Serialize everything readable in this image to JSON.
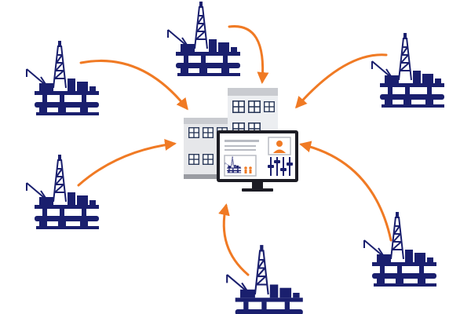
{
  "colors": {
    "rig": "#1a1f6e",
    "arrow": "#f07a24",
    "building_light": "#e6e7ea",
    "building_mid": "#c9cbd0",
    "building_dark": "#9a9ca2",
    "window_frame": "#2c3a5a",
    "window_glass": "#ffffff",
    "monitor_bezel": "#1c1c24",
    "monitor_screen": "#ffffff",
    "screen_text_lines": "#b9bcc3",
    "avatar": "#f07a24",
    "slider": "#1a1f6e"
  },
  "icons": {
    "rig": "offshore-oil-rig-icon",
    "control_center": "control-center-building-icon",
    "monitor": "monitoring-screen-icon",
    "user": "operator-avatar-icon"
  },
  "diagram": {
    "hub": "control-center",
    "spokes": [
      "rig-top-left",
      "rig-top-center",
      "rig-top-right",
      "rig-mid-left",
      "rig-bottom-center",
      "rig-bottom-right"
    ],
    "edges": [
      {
        "from": "rig-top-left",
        "to": "control-center"
      },
      {
        "from": "rig-top-center",
        "to": "control-center"
      },
      {
        "from": "rig-top-right",
        "to": "control-center"
      },
      {
        "from": "rig-mid-left",
        "to": "control-center"
      },
      {
        "from": "rig-bottom-center",
        "to": "control-center"
      },
      {
        "from": "rig-bottom-right",
        "to": "control-center"
      }
    ]
  }
}
